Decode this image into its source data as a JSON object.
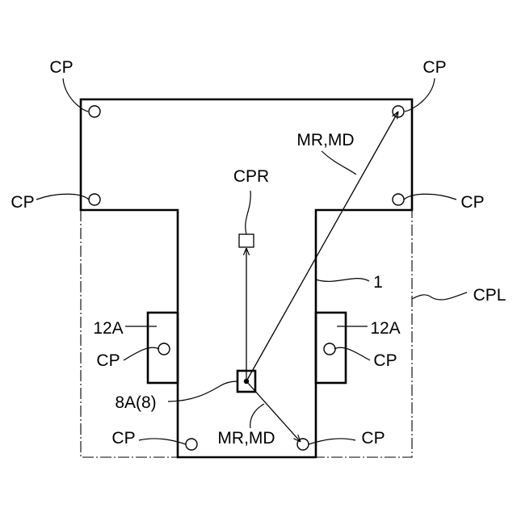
{
  "labels": {
    "cp": "CP",
    "cpr": "CPR",
    "mr_md": "MR,MD",
    "part_number": "1",
    "cpl": "CPL",
    "pad": "12A",
    "sensor": "8A(8)"
  }
}
